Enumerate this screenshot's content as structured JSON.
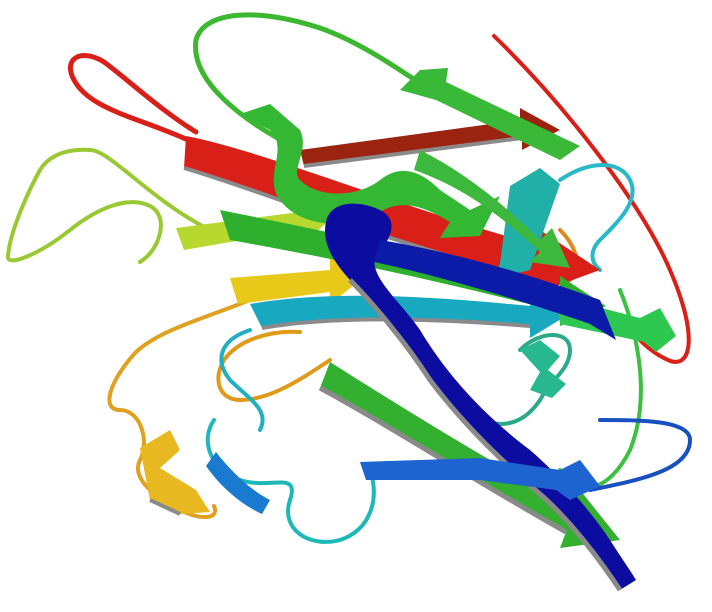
{
  "image": {
    "subject": "protein-ribbon-structure",
    "style": "cartoon",
    "background": "#ffffff",
    "coloring": "rainbow-by-residue",
    "palette": {
      "n_terminus": "#0a0a9e",
      "blue": "#1560c8",
      "cyan": "#1fb8b8",
      "teal": "#22a6a0",
      "green": "#2eb82e",
      "light_green": "#8ccc3a",
      "yellow_green": "#c8d830",
      "yellow": "#e8c818",
      "orange": "#e09a18",
      "dark_orange": "#c86a18",
      "red": "#d82018",
      "shadow_edge": "#8a8a8a"
    },
    "elements": {
      "beta_strands": "arrows",
      "loops": "tubes",
      "helices": "ribbons"
    }
  }
}
